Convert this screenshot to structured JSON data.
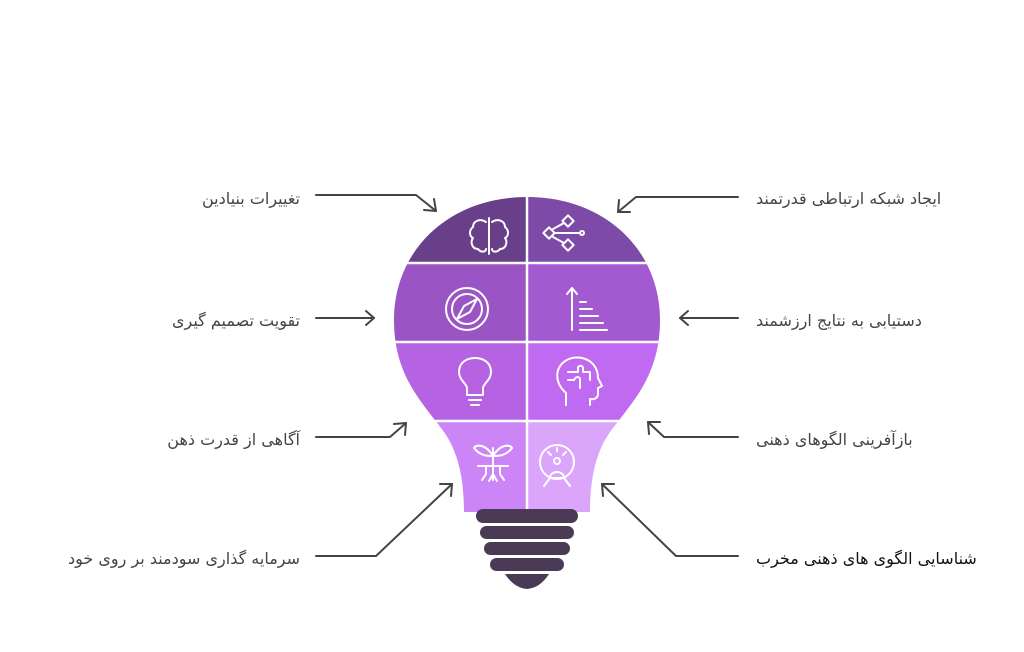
{
  "labels": {
    "l1": "تغییرات بنیادین",
    "l2": "تقویت تصمیم گیری",
    "l3": "آگاهی از قدرت ذهن",
    "l4": "سرمایه گذاری سودمند بر روی خود",
    "r1": "ایجاد شبکه ارتباطی قدرتمند",
    "r2": "دستیابی به نتایج ارزشمند",
    "r3": "بازآفرینی الگوهای ذهنی",
    "r4": "شناسایی الگوی های ذهنی مخرب"
  },
  "icons": {
    "q1l": "brain-icon",
    "q1r": "network-icon",
    "q2l": "compass-icon",
    "q2r": "growth-steps-icon",
    "q3l": "lightbulb-icon",
    "q3r": "puzzle-head-icon",
    "q4l": "sprout-icon",
    "q4r": "meditation-icon"
  },
  "colors": {
    "row1_left": "#6a3f8a",
    "row1_right": "#7e4aa8",
    "row2_left": "#9a54c4",
    "row2_right": "#a35ad0",
    "row3_left": "#b563e2",
    "row3_right": "#bf6af0",
    "row4_left": "#cc85f6",
    "row4_right": "#dba5fb",
    "base": "#4a3a55",
    "arrow": "#444444"
  }
}
